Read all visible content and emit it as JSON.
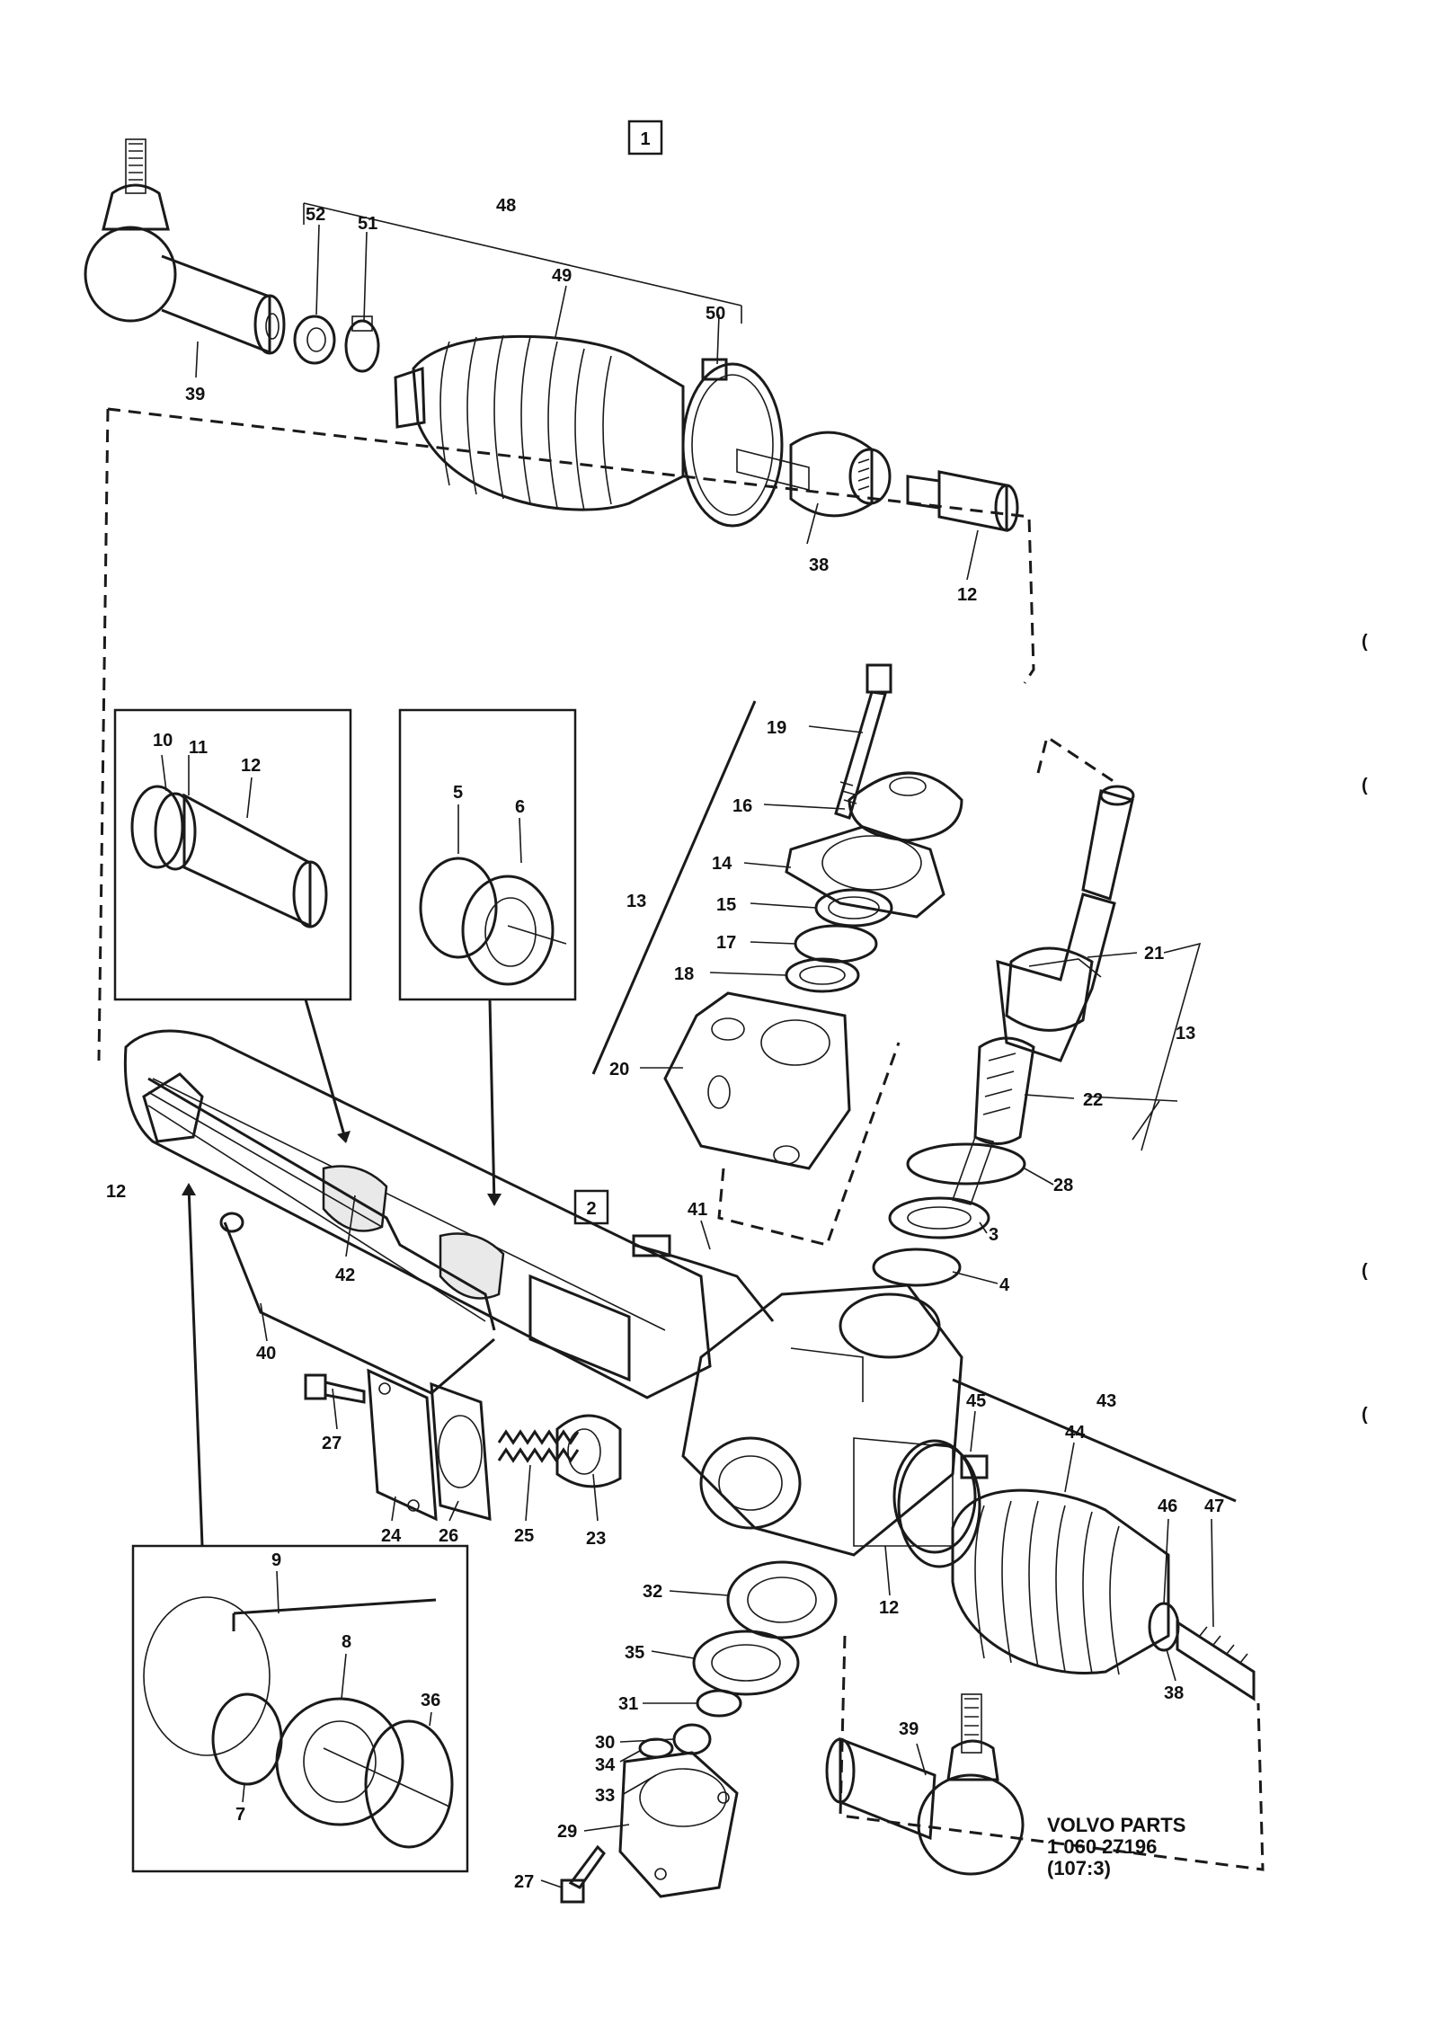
{
  "sheet_markers": [
    "1",
    "2"
  ],
  "callouts": {
    "c48": "48",
    "c52": "52",
    "c51": "51",
    "c49": "49",
    "c50": "50",
    "c39a": "39",
    "c38a": "38",
    "c12a": "12",
    "c10": "10",
    "c11": "11",
    "c12b": "12",
    "c5": "5",
    "c6": "6",
    "c19": "19",
    "c16": "16",
    "c14": "14",
    "c13a": "13",
    "c15": "15",
    "c17": "17",
    "c18": "18",
    "c20": "20",
    "c21": "21",
    "c13b": "13",
    "c22": "22",
    "c28": "28",
    "c3": "3",
    "c4": "4",
    "c12c": "12",
    "c42": "42",
    "c41": "41",
    "c40": "40",
    "c27a": "27",
    "c24": "24",
    "c26": "26",
    "c25": "25",
    "c23": "23",
    "c45": "45",
    "c43": "43",
    "c44": "44",
    "c46": "46",
    "c47": "47",
    "c12d": "12",
    "c38b": "38",
    "c32": "32",
    "c35": "35",
    "c31": "31",
    "c30": "30",
    "c34": "34",
    "c33": "33",
    "c29": "29",
    "c27b": "27",
    "c9": "9",
    "c8": "8",
    "c36": "36",
    "c7": "7",
    "c39b": "39"
  },
  "credit": {
    "line1": "VOLVO PARTS",
    "line2": "1 060 27196",
    "line3": "(107:3)"
  },
  "margin_marks": [
    "(",
    "(",
    "(",
    "("
  ]
}
